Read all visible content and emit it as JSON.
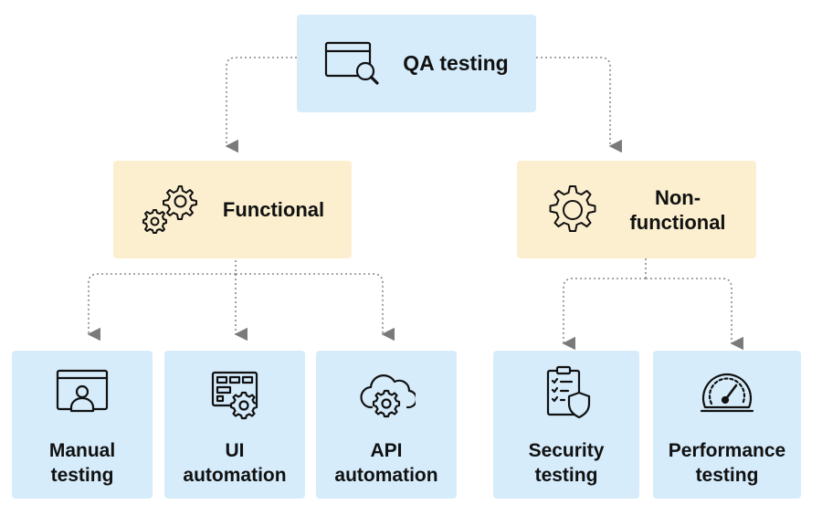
{
  "root": {
    "label": "QA testing",
    "icon": "browser-search-icon"
  },
  "functional": {
    "label": "Functional",
    "icon": "gears-icon"
  },
  "non_functional": {
    "line1": "Non-",
    "line2": "functional",
    "icon": "gear-icon"
  },
  "leaves": {
    "manual": {
      "line1": "Manual",
      "line2": "testing",
      "icon": "monitor-user-icon"
    },
    "ui": {
      "line1": "UI",
      "line2": "automation",
      "icon": "ui-gear-icon"
    },
    "api": {
      "line1": "API",
      "line2": "automation",
      "icon": "cloud-gear-icon"
    },
    "security": {
      "line1": "Security",
      "line2": "testing",
      "icon": "clipboard-shield-icon"
    },
    "performance": {
      "line1": "Performance",
      "line2": "testing",
      "icon": "gauge-icon"
    }
  },
  "colors": {
    "blue_box": "#d6ecfb",
    "yellow_box": "#fcefcf",
    "connector": "#8a8a8a"
  }
}
